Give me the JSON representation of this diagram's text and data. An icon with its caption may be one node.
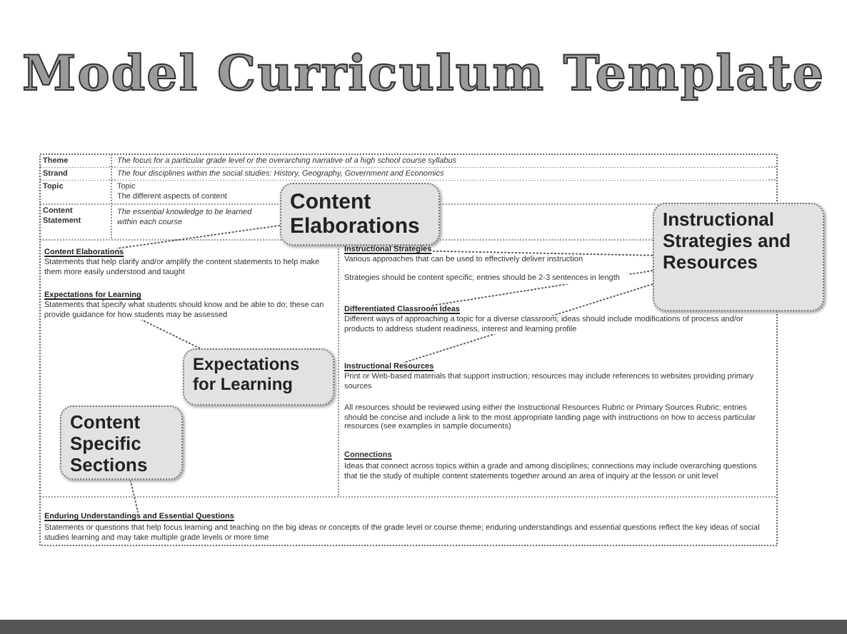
{
  "diagram": {
    "title": "Model Curriculum Template",
    "nodes": [
      {
        "text": [
          "Content Elaborations"
        ]
      },
      {
        "text": [
          "Content Elaborations"
        ]
      },
      {
        "text": [
          "Expectations for Learning"
        ]
      },
      {
        "text": [
          "Expectations for Learning"
        ]
      },
      {
        "text": [
          "Instructional Strategies and Resources"
        ]
      },
      {
        "text": [
          "Instructional Strategies"
        ]
      },
      {
        "text": [
          "Differentiated Classroom Ideas"
        ]
      },
      {
        "text": [
          "Instructional Resources"
        ]
      },
      {
        "text": [
          "Content Specific Sections"
        ]
      },
      {
        "text": [
          "Enduring Understandings and Essential Questions"
        ]
      }
    ],
    "edges": [
      {
        "from": 0,
        "to": 1,
        "arrow": "none"
      },
      {
        "from": 3,
        "to": 2,
        "arrow": "none"
      },
      {
        "from": 4,
        "to": 5,
        "arrow": "none"
      },
      {
        "from": 4,
        "to": 6,
        "arrow": "none"
      },
      {
        "from": 4,
        "to": 7,
        "arrow": "none"
      },
      {
        "from": 8,
        "to": 9,
        "arrow": "none"
      }
    ],
    "labels": [
      "Theme",
      "The focus for a particular grade level or the overarching narrative of a high school course syllabus",
      "Strand",
      "The four disciplines within the social studies: History, Geography, Government and Economics",
      "Topic",
      "Topic",
      "The different aspects of content",
      "Content Statement",
      "The essential knowledge to be learned within each course",
      "Statements that help clarify and/or amplify the content statements to help make them more easily understood and taught",
      "Statements that specify what students should know and be able to do; these can provide guidance for how students may be assessed",
      "Various approaches that can be used to effectively deliver instruction",
      "Strategies should be content specific; entries should be 2-3 sentences in length",
      "Different ways of approaching a topic for a diverse classroom; ideas should include modifications of process and/or products to address student readiness, interest and learning profile",
      "Print or Web-based materials that support instruction; resources may include references to websites providing primary sources",
      "All resources should be reviewed using either the Instructional Resources Rubric or Primary Sources Rubric; entries should be concise and include a link to the most appropriate landing page with instructions on how to access particular resources (see examples in sample documents)",
      "Connections",
      "Ideas that connect across topics within a grade and among disciplines; connections may include overarching questions that tie the study of multiple content statements together around an area of inquiry at the lesson or unit level",
      "Statements or questions that help focus learning and teaching on the big ideas or concepts of the grade level or course theme; enduring understandings and essential questions reflect the key ideas of social studies learning and may take multiple grade levels or more time"
    ]
  }
}
